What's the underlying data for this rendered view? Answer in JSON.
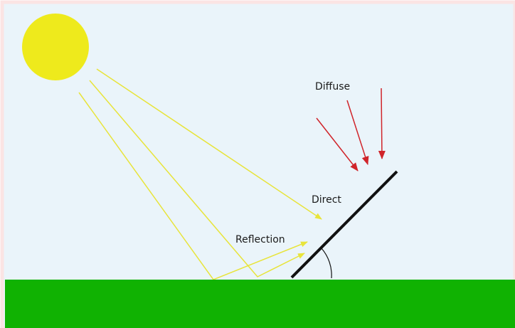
{
  "diagram": {
    "labels": {
      "diffuse": "Diffuse",
      "direct": "Direct",
      "reflection": "Reflection"
    },
    "colors": {
      "sky": "#eaf4fa",
      "border": "#fbe4e4",
      "sun": "#eeea1c",
      "sunlight_rays": "#e8e43a",
      "diffuse_rays": "#d0242a",
      "ground": "#10b202",
      "panel": "#111111",
      "angle_arc": "#111111"
    }
  }
}
